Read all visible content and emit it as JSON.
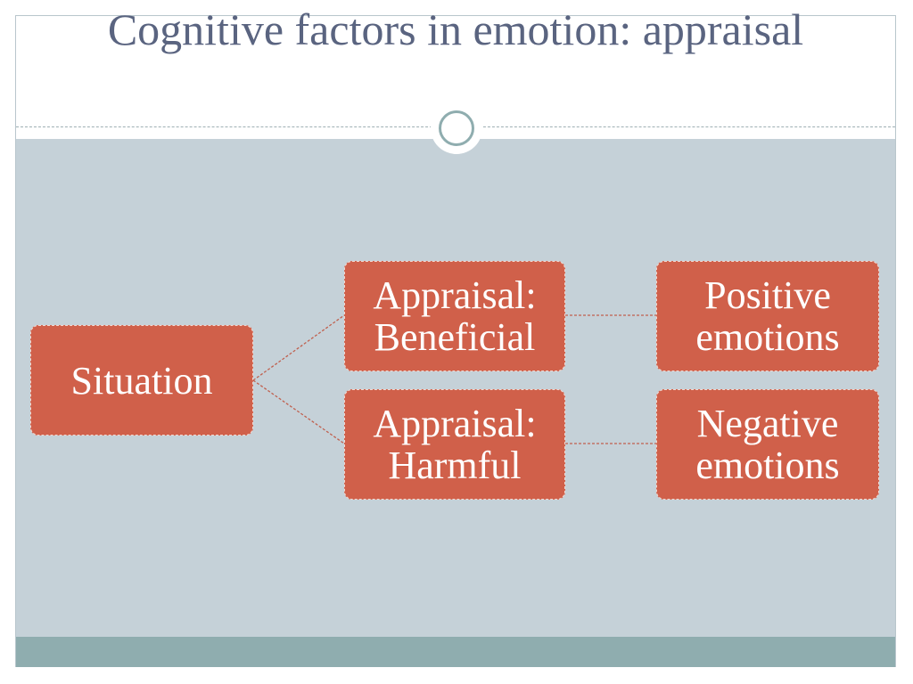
{
  "slide": {
    "title": "Cognitive factors in emotion: appraisal"
  },
  "diagram": {
    "root": "Situation",
    "appraisals": [
      {
        "line1": "Appraisal:",
        "line2": "Beneficial"
      },
      {
        "line1": "Appraisal:",
        "line2": "Harmful"
      }
    ],
    "outcomes": [
      {
        "line1": "Positive",
        "line2": "emotions"
      },
      {
        "line1": "Negative",
        "line2": "emotions"
      }
    ]
  },
  "colors": {
    "node_fill": "#d0604a",
    "content_background": "#c5d1d8",
    "footer_band": "#8fadaf",
    "title_text": "#5a6480"
  }
}
